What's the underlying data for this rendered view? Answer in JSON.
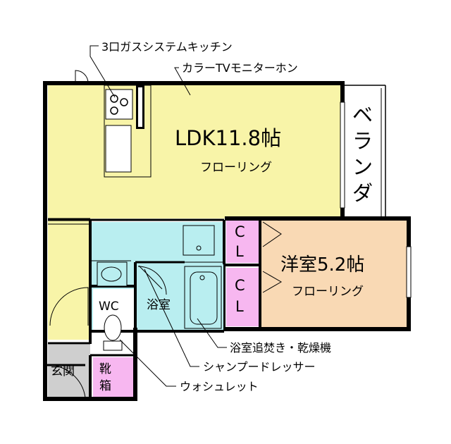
{
  "annotations": {
    "kitchen": "3口ガスシステムキッチン",
    "intercom": "カラーTVモニターホン",
    "bath_reheat": "浴室追焚き・乾燥機",
    "shampoo_dresser": "シャンプードレッサー",
    "washlet": "ウォシュレット"
  },
  "rooms": {
    "ldk": {
      "name": "LDK11.8帖",
      "floor": "フローリング"
    },
    "western": {
      "name": "洋室5.2帖",
      "floor": "フローリング"
    },
    "veranda": [
      "ベ",
      "ラ",
      "ン",
      "ダ"
    ],
    "bath": "浴室",
    "wc": "WC",
    "entrance": "玄関",
    "shoe_box": [
      "靴",
      "箱"
    ],
    "closet_upper": [
      "C",
      "L"
    ],
    "closet_lower": [
      "C",
      "L"
    ]
  },
  "colors": {
    "ldk": "#f8f4a8",
    "western": "#f9d9b4",
    "bath": "#b9eef0",
    "closet": "#f7b7f0",
    "entrance": "#cfcfcf",
    "veranda": "#ffffff",
    "wall": "#000000"
  }
}
